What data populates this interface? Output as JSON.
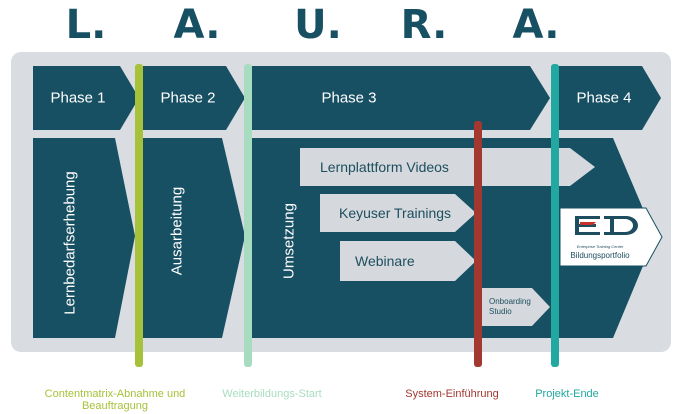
{
  "title_letters": [
    "L.",
    "A.",
    "U.",
    "R.",
    "A."
  ],
  "phases": [
    {
      "label": "Phase 1"
    },
    {
      "label": "Phase 2"
    },
    {
      "label": "Phase 3"
    },
    {
      "label": "Phase 4"
    }
  ],
  "blocks": {
    "lernbedarf": "Lernbedarfserhebung",
    "ausarbeitung": "Ausarbeitung",
    "umsetzung": "Umsetzung"
  },
  "umsetzung_items": [
    {
      "label": "Lernplattform Videos"
    },
    {
      "label": "Keyuser Trainings"
    },
    {
      "label": "Webinare"
    },
    {
      "label": "Onboarding Studio"
    }
  ],
  "badge": {
    "logo_text": "ETC",
    "tagline": "Enterprise Training Center",
    "label": "Bildungsportfolio"
  },
  "milestones": [
    {
      "label": "Contentmatrix-Abnahme und Beauftragung",
      "color": "#a6c23a"
    },
    {
      "label": "Weiterbildungs-Start",
      "color": "#a8dcc0"
    },
    {
      "label": "System-Einführung",
      "color": "#a2382f"
    },
    {
      "label": "Projekt-Ende",
      "color": "#21a8a1"
    }
  ],
  "colors": {
    "title": "#174f63",
    "dark": "#174f63",
    "panel": "#d9dde1",
    "item": "#d5d9dd"
  }
}
